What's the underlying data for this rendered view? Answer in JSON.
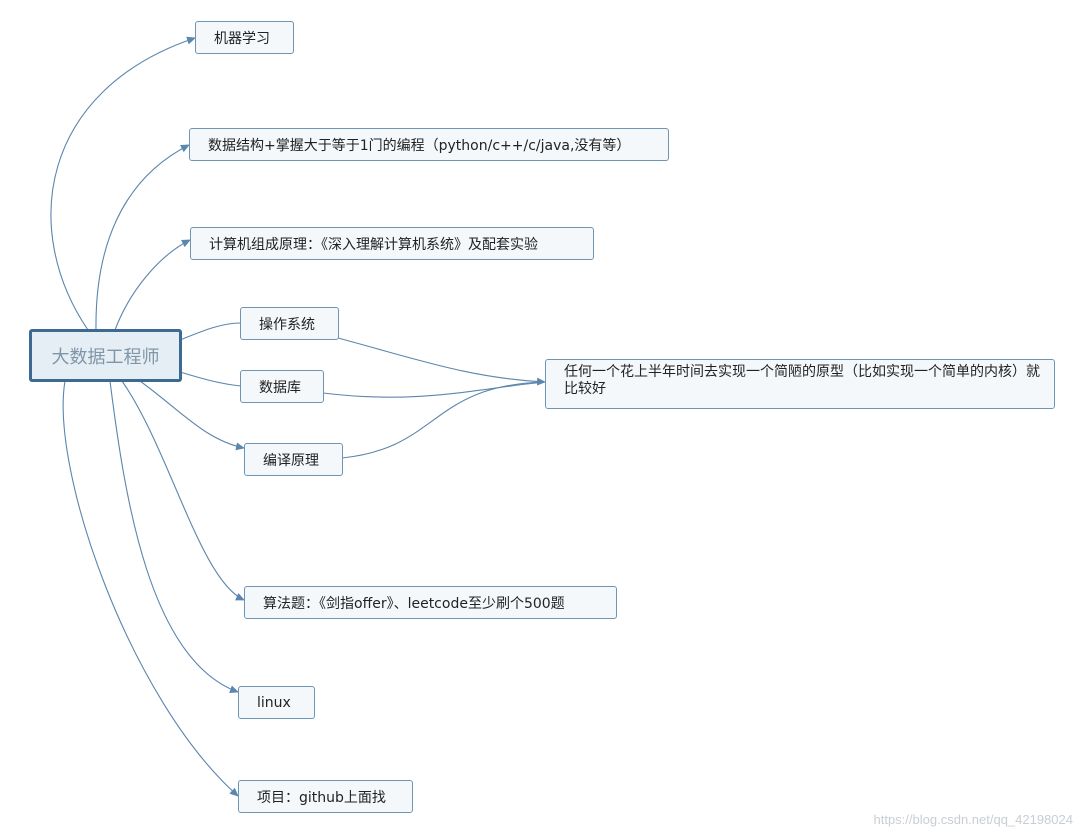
{
  "root": {
    "label": "大数据工程师"
  },
  "nodes": [
    {
      "id": "ml",
      "label": "机器学习"
    },
    {
      "id": "ds",
      "label": "数据结构+掌握大于等于1门的编程（python/c++/c/java,没有等）"
    },
    {
      "id": "co",
      "label": "计算机组成原理：《深入理解计算机系统》及配套实验"
    },
    {
      "id": "os",
      "label": "操作系统"
    },
    {
      "id": "db",
      "label": "数据库"
    },
    {
      "id": "cp",
      "label": "编译原理"
    },
    {
      "id": "proto",
      "label": "任何一个花上半年时间去实现一个简陋的原型（比如实现一个简单的内核）就比较好"
    },
    {
      "id": "algo",
      "label": "算法题：《剑指offer》、leetcode至少刷个500题"
    },
    {
      "id": "linux",
      "label": "linux"
    },
    {
      "id": "proj",
      "label": "项目：github上面找"
    }
  ],
  "watermark": "https://blog.csdn.net/qq_42198024",
  "colors": {
    "edge": "#5b86ad",
    "node_border": "#6f95b5",
    "node_fill": "#f4f8fb",
    "root_border": "#3c6a93",
    "root_fill": "#e6eef5"
  }
}
